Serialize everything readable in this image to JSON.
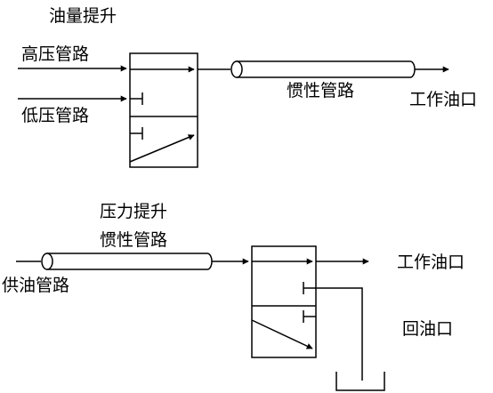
{
  "top": {
    "title": "油量提升",
    "input_high": "高压管路",
    "input_low": "低压管路",
    "inertia_pipe": "惯性管路",
    "output": "工作油口"
  },
  "bottom": {
    "title": "压力提升",
    "inertia_pipe": "惯性管路",
    "supply": "供油管路",
    "output": "工作油口",
    "return": "回油口"
  }
}
